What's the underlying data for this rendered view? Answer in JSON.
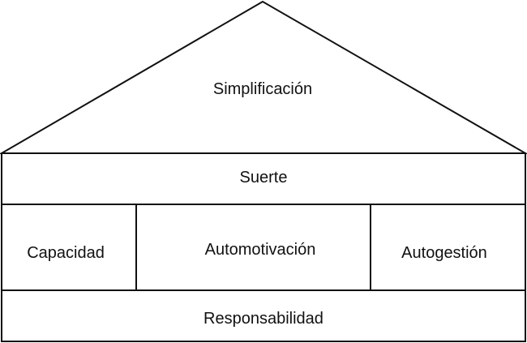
{
  "house": {
    "roof": "Simplificación",
    "top_band": "Suerte",
    "pillars": [
      "Capacidad",
      "Automotivación",
      "Autogestión"
    ],
    "foundation": "Responsabilidad"
  },
  "colors": {
    "line": "#111111",
    "background": "#ffffff",
    "text": "#111111"
  }
}
